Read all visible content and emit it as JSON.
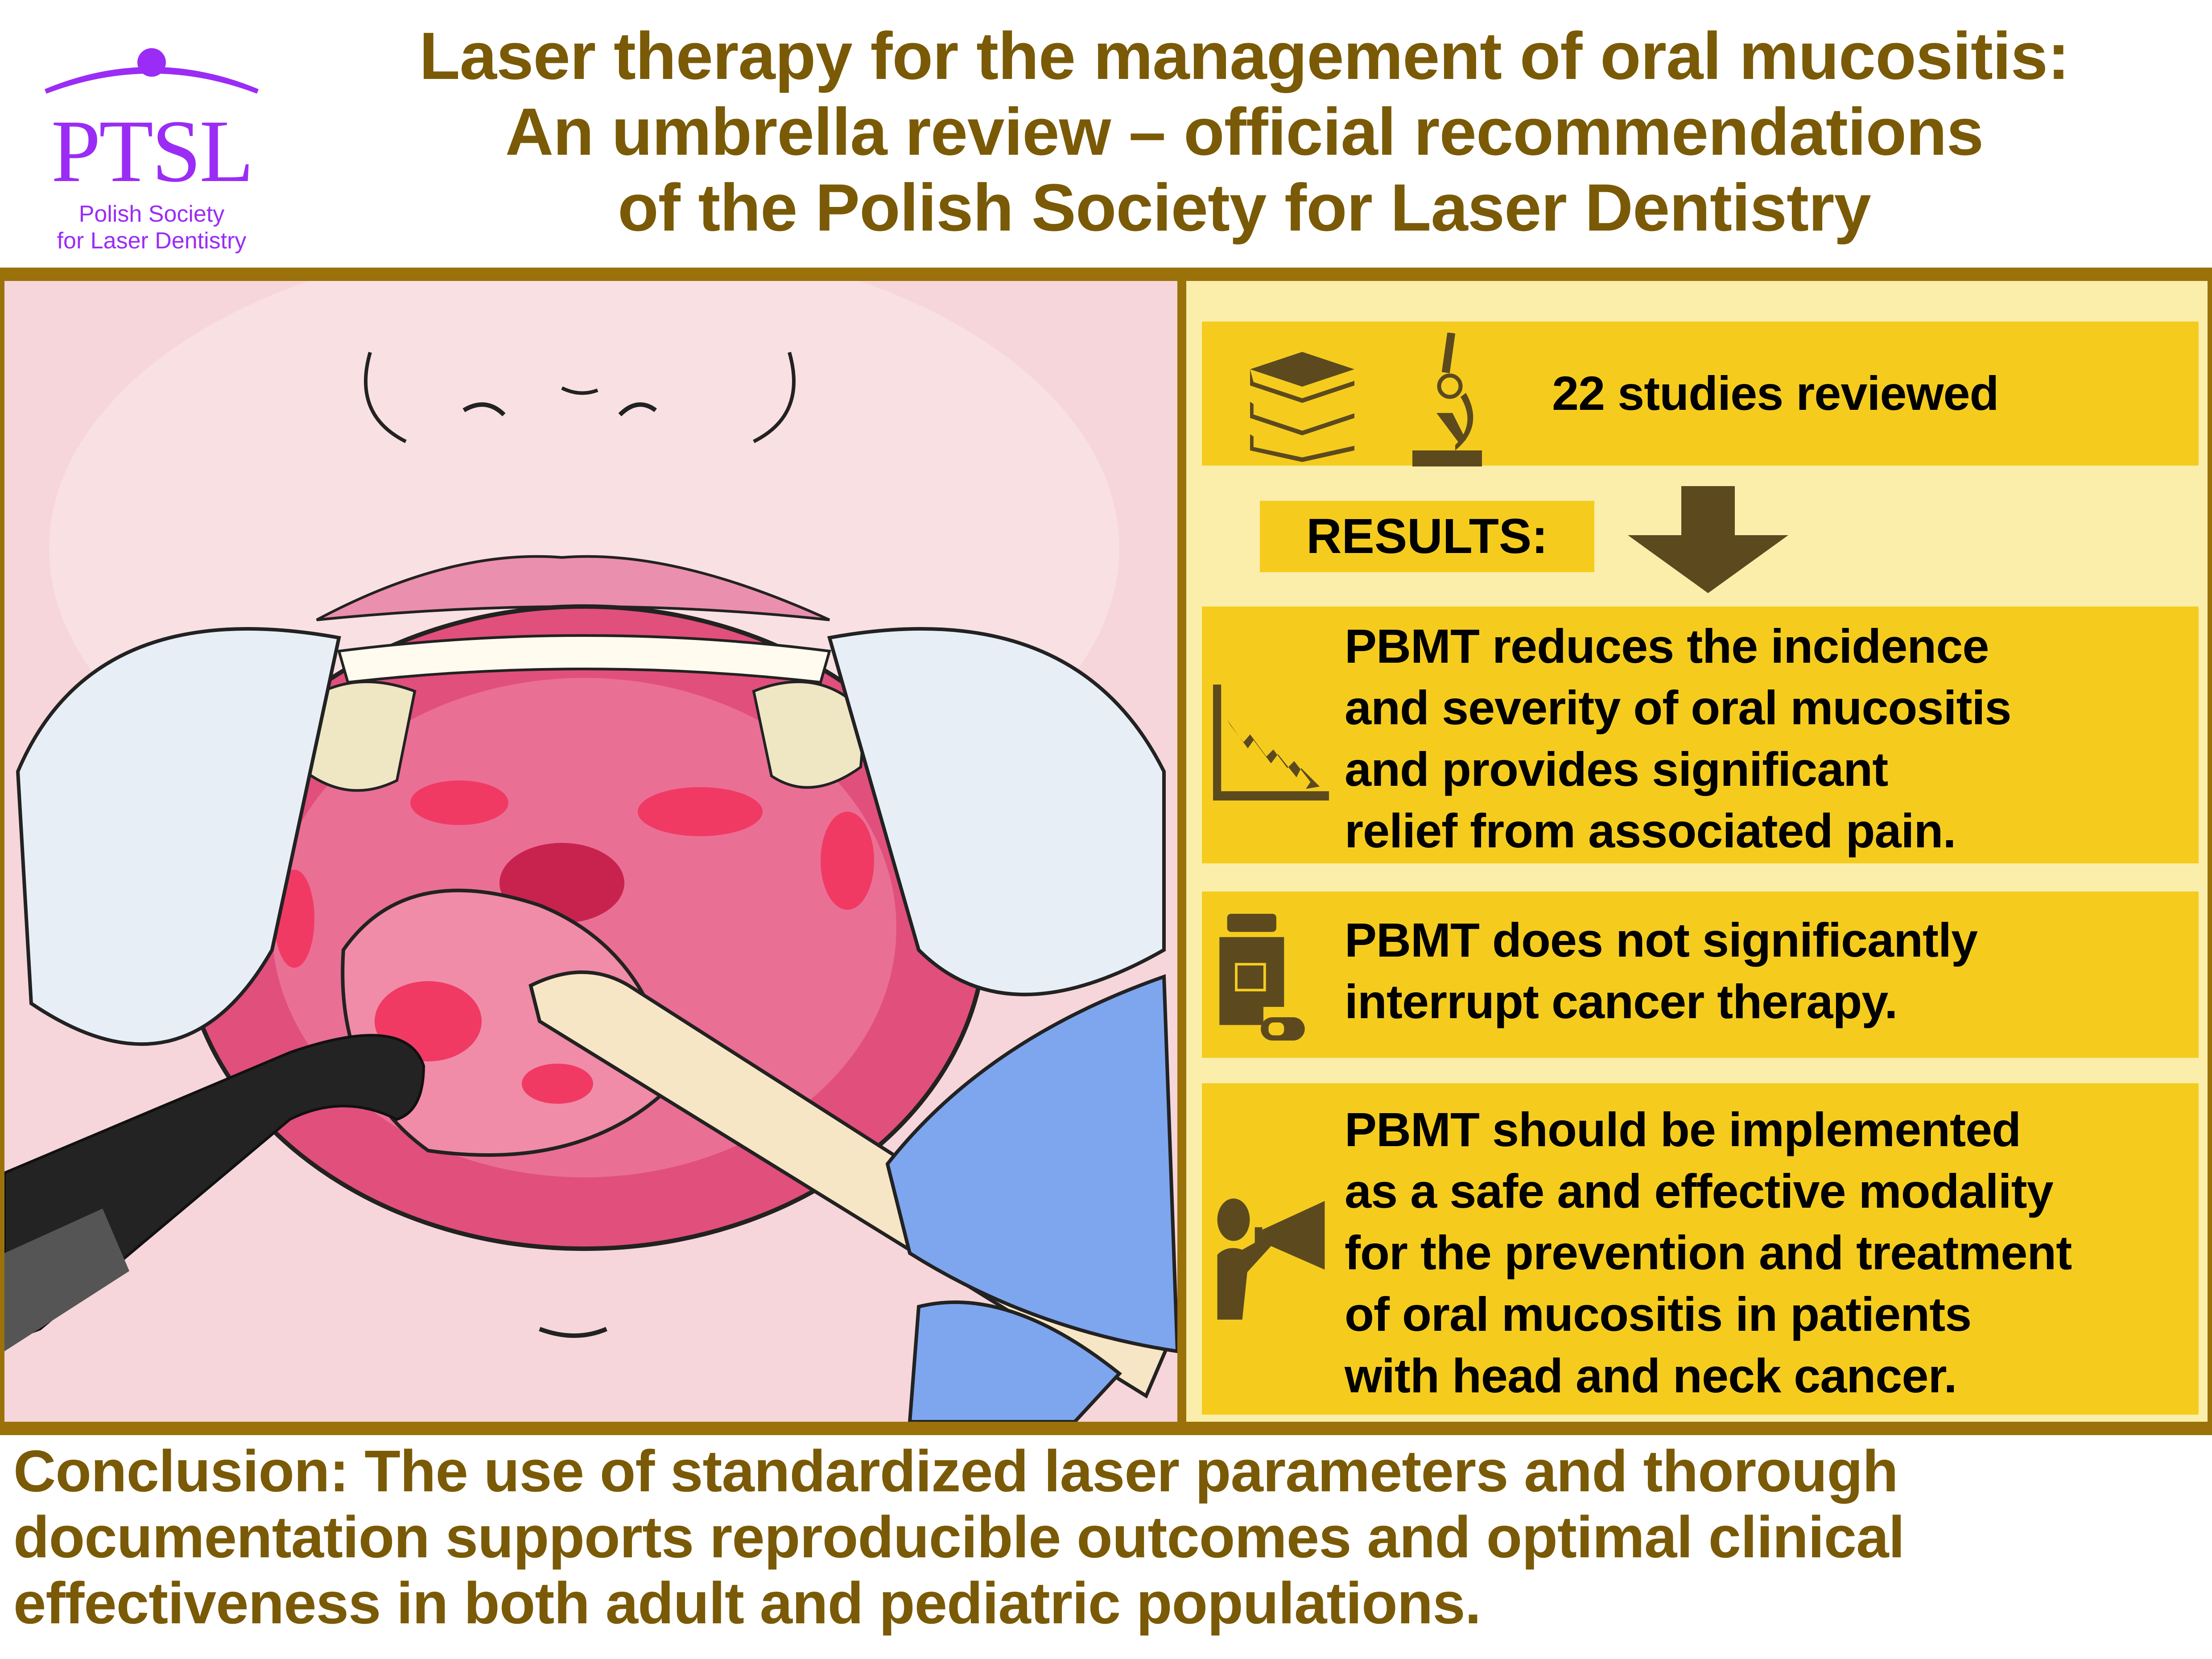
{
  "logo": {
    "abbreviation": "PTSL",
    "subtitle_line1": "Polish Society",
    "subtitle_line2": "for Laser Dentistry",
    "color": "#9b2cf5"
  },
  "header": {
    "title_lines": [
      "Laser therapy for the management of oral mucositis:",
      "An umbrella review – official recommendations",
      "of the Polish Society for Laser Dentistry"
    ],
    "title_color": "#7a5a06"
  },
  "illustration": {
    "description": "Illustrated open mouth with oral mucositis lesions, cheek retractors, gloved hand holding tongue depressor, and laser probe",
    "skin_color": "#f6d6da",
    "mucosa_color": "#e8547c",
    "glove_color": "#7ea6ef",
    "probe_color": "#232323"
  },
  "panel": {
    "studies": {
      "icons": [
        "books-icon",
        "microscope-icon"
      ],
      "text": "22 studies reviewed"
    },
    "results_label": "RESULTS:",
    "results_arrow": "arrow-down-icon",
    "findings": [
      {
        "icon": "declining-chart-icon",
        "lines": [
          "PBMT reduces the incidence",
          "and severity of oral mucositis",
          "and provides significant",
          "relief from associated pain."
        ]
      },
      {
        "icon": "medicine-bottle-icon",
        "lines": [
          "PBMT does not significantly",
          "interrupt cancer therapy."
        ]
      },
      {
        "icon": "megaphone-person-icon",
        "lines": [
          "PBMT should be implemented",
          "as a safe and effective modality",
          "for the prevention and treatment",
          "of oral mucositis in patients",
          "with head and neck cancer."
        ]
      }
    ],
    "colors": {
      "panel_bg": "#fbeeab",
      "card_bg": "#f5cc1e",
      "icon": "#5c4a1e",
      "frame": "#9a7209"
    }
  },
  "conclusion": {
    "lines": [
      "Conclusion: The use of standardized laser parameters and thorough",
      "documentation supports reproducible outcomes and optimal clinical",
      "effectiveness in both adult and pediatric populations."
    ]
  }
}
